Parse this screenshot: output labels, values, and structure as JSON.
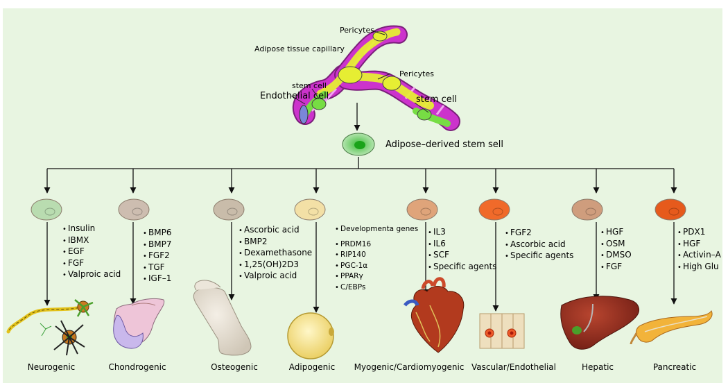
{
  "top": {
    "pericytes_label_1": "Pericytes",
    "capillary_label": "Adipose tissue capillary",
    "pericytes_label_2": "Pericytes",
    "stem_cell_label_1": "stem cell",
    "endothelial_label": "Endothelial cell",
    "stem_cell_label_2": "stem cell"
  },
  "source_cell": {
    "label": "Adipose–derived stem sell"
  },
  "branches": [
    {
      "factors": [
        "Insulin",
        "IBMX",
        "EGF",
        "FGF",
        "Valproic acid"
      ],
      "label": "Neurogenic"
    },
    {
      "factors": [
        "BMP6",
        "BMP7",
        "FGF2",
        "TGF",
        "IGF–1"
      ],
      "label": "Chondrogenic"
    },
    {
      "factors": [
        "Ascorbic acid",
        "BMP2",
        "Dexamethasone",
        "1,25(OH)2D3",
        "Valproic acid"
      ],
      "label": "Osteogenic"
    },
    {
      "factors": [
        "Developmenta genes",
        "PRDM16",
        "RIP140",
        "PGC-1α",
        "PPARγ",
        "C/EBPs"
      ],
      "label": "Adipogenic"
    },
    {
      "factors": [
        "IL3",
        "IL6",
        "SCF",
        "Specific agents"
      ],
      "label": "Myogenic/Cardiomyogenic"
    },
    {
      "factors": [
        "FGF2",
        "Ascorbic acid",
        "Specific agents"
      ],
      "label": "Vascular/Endothelial"
    },
    {
      "factors": [
        "HGF",
        "OSM",
        "DMSO",
        "FGF"
      ],
      "label": "Hepatic"
    },
    {
      "factors": [
        "PDX1",
        "HGF",
        "Activin–A",
        "High Glu"
      ],
      "label": "Pancreatic"
    }
  ],
  "colors": {
    "background": "#e8f5e1",
    "capillary_magenta": "#cc33cc",
    "pericyte_yellow": "#e6ee33",
    "endothelial_green": "#77dd44",
    "cells": [
      "#b9dcb0",
      "#cdbdb0",
      "#c9bcaa",
      "#f3e0a6",
      "#dfa47a",
      "#f06a2a",
      "#cf9d7d",
      "#e65a1c"
    ]
  }
}
